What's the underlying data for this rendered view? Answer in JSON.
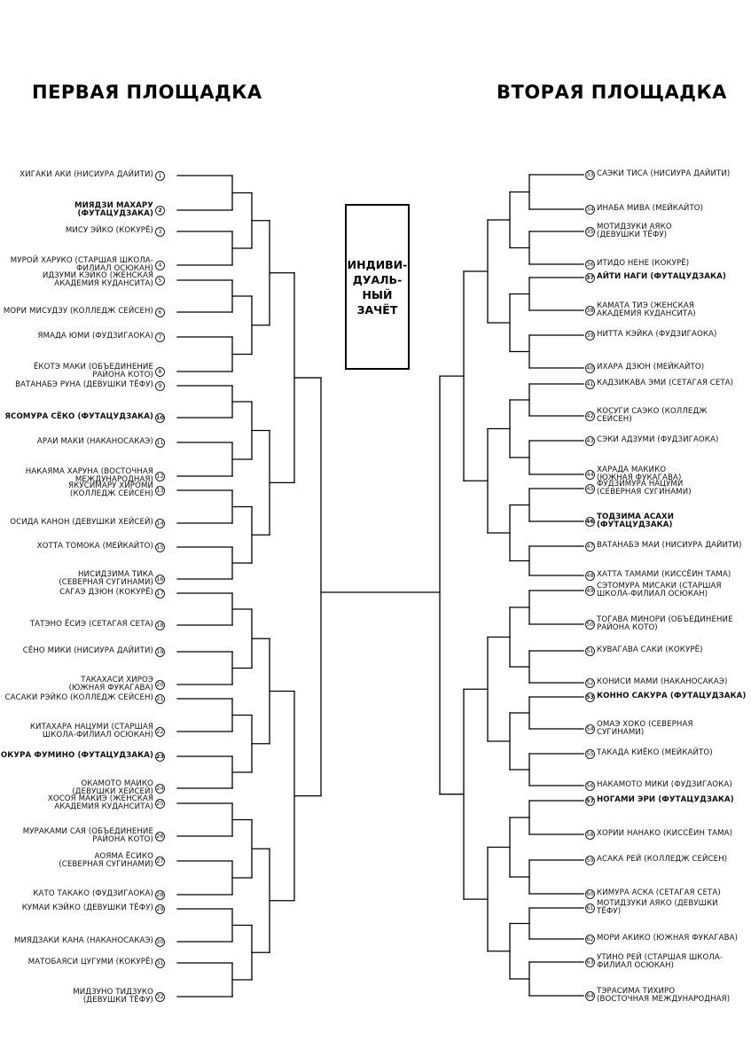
{
  "titles": {
    "left": "ПЕРВАЯ ПЛОЩАДКА",
    "right": "ВТОРАЯ ПЛОЩАДКА"
  },
  "center_label": "ИНДИВИ-\nДУАЛЬ-\nНЫЙ\nЗАЧЁТ",
  "left": [
    {
      "n": "1",
      "label": "ХИГАКИ АКИ (НИСИУРА ДАЙИТИ)",
      "bold": false
    },
    {
      "n": "2",
      "label": "МИЯДЗИ МАХАРУ (ФУТАЦУДЗАКА)",
      "bold": true
    },
    {
      "n": "3",
      "label": "МИСУ ЭЙКО (КОКУРЁ)",
      "bold": false
    },
    {
      "n": "4",
      "label": "МУРОЙ ХАРУКО (СТАРШАЯ ШКОЛА-\nФИЛИАЛ ОСЮКАН)",
      "bold": false
    },
    {
      "n": "5",
      "label": "ИДЗУМИ КЭЙКО (ЖЕНСКАЯ\nАКАДЕМИЯ КУДАНСИТА)",
      "bold": false
    },
    {
      "n": "6",
      "label": "МОРИ МИСУДЗУ (КОЛЛЕДЖ СЕЙСЕН)",
      "bold": false
    },
    {
      "n": "7",
      "label": "ЯМАДА ЮМИ (ФУДЗИГАОКА)",
      "bold": false
    },
    {
      "n": "8",
      "label": "ЁКОТЭ МАКИ (ОБЪЕДИНЕНИЕ\nРАЙОНА КОТО)",
      "bold": false
    },
    {
      "n": "9",
      "label": "ВАТАНАБЭ РУНА (ДЕВУШКИ ТЁФУ)",
      "bold": false
    },
    {
      "n": "10",
      "label": "ЯСОМУРА СЁКО (ФУТАЦУДЗАКА)",
      "bold": true
    },
    {
      "n": "11",
      "label": "АРАИ МАКИ (НАКАНОСАКАЭ)",
      "bold": false
    },
    {
      "n": "12",
      "label": "НАКАЯМА ХАРУНА (ВОСТОЧНАЯ\nМЕЖДУНАРОДНАЯ)",
      "bold": false
    },
    {
      "n": "13",
      "label": "ЯКУСИМАРУ ХИРОМИ\n(КОЛЛЕДЖ СЕЙСЕН)",
      "bold": false
    },
    {
      "n": "14",
      "label": "ОСИДА КАНОН (ДЕВУШКИ ХЕЙСЕЙ)",
      "bold": false
    },
    {
      "n": "15",
      "label": "ХОТТА ТОМОКА (МЕЙКАЙТО)",
      "bold": false
    },
    {
      "n": "16",
      "label": "НИСИДЗИМА ТИКА\n(СЕВЕРНАЯ СУГИНАМИ)",
      "bold": false
    },
    {
      "n": "17",
      "label": "САГАЭ ДЗЮН (КОКУРЁ)",
      "bold": false
    },
    {
      "n": "18",
      "label": "ТАТЭНО ЁСИЭ (СЕТАГАЯ СЕТА)",
      "bold": false
    },
    {
      "n": "19",
      "label": "СЁНО МИКИ (НИСИУРА ДАЙИТИ)",
      "bold": false
    },
    {
      "n": "20",
      "label": "ТАКАХАСИ ХИРОЭ\n(ЮЖНАЯ ФУКАГАВА)",
      "bold": false
    },
    {
      "n": "21",
      "label": "САСАКИ РЭЙКО (КОЛЛЕДЖ СЕЙСЕН)",
      "bold": false
    },
    {
      "n": "22",
      "label": "КИТАХАРА НАЦУМИ (СТАРШАЯ\nШКОЛА-ФИЛИАЛ ОСЮКАН)",
      "bold": false
    },
    {
      "n": "23",
      "label": "ОКУРА ФУМИНО (ФУТАЦУДЗАКА)",
      "bold": true
    },
    {
      "n": "24",
      "label": "ОКАМОТО МАИКО\n(ДЕВУШКИ ХЕЙСЕЙ)",
      "bold": false
    },
    {
      "n": "25",
      "label": "ХОСОЯ МАКИЭ (ЖЕНСКАЯ\nАКАДЕМИЯ КУДАНСИТА)",
      "bold": false
    },
    {
      "n": "26",
      "label": "МУРАКАМИ САЯ (ОБЪЕДИНЕНИЕ\nРАЙОНА КОТО)",
      "bold": false
    },
    {
      "n": "27",
      "label": "АОЯМА ЁСИКО\n(СЕВЕРНАЯ СУГИНАМИ)",
      "bold": false
    },
    {
      "n": "28",
      "label": "КАТО ТАКАКО (ФУДЗИГАОКА)",
      "bold": false
    },
    {
      "n": "29",
      "label": "КУМАИ КЭЙКО (ДЕВУШКИ ТЁФУ)",
      "bold": false
    },
    {
      "n": "30",
      "label": "МИЯДЗАКИ КАНА (НАКАНОСАКАЭ)",
      "bold": false
    },
    {
      "n": "31",
      "label": "МАТОБАЯСИ ЦУГУМИ (КОКУРЁ)",
      "bold": false
    },
    {
      "n": "32",
      "label": "МИДЗУНО ТИДЗУКО\n(ДЕВУШКИ ТЁФУ)",
      "bold": false
    }
  ],
  "right": [
    {
      "n": "33",
      "label": "САЭКИ ТИСА (НИСИУРА ДАЙИТИ)",
      "bold": false
    },
    {
      "n": "34",
      "label": "ИНАБА МИВА (МЕЙКАЙТО)",
      "bold": false
    },
    {
      "n": "35",
      "label": "МОТИДЗУКИ АЯКО\n(ДЕВУШКИ ТЁФУ)",
      "bold": false
    },
    {
      "n": "36",
      "label": "ИТИДО НЕНЕ (КОКУРЁ)",
      "bold": false
    },
    {
      "n": "37",
      "label": "АЙТИ НАГИ (ФУТАЦУДЗАКА)",
      "bold": true
    },
    {
      "n": "38",
      "label": "КАМАТА ТИЭ (ЖЕНСКАЯ\nАКАДЕМИЯ КУДАНСИТА)",
      "bold": false
    },
    {
      "n": "39",
      "label": "НИТТА КЭЙКА (ФУДЗИГАОКА)",
      "bold": false
    },
    {
      "n": "40",
      "label": "ИХАРА ДЗЮН (МЕЙКАЙТО)",
      "bold": false
    },
    {
      "n": "41",
      "label": "КАДЗИКАВА ЭМИ (СЕТАГАЯ СЕТА)",
      "bold": false
    },
    {
      "n": "42",
      "label": "КОСУГИ САЭКО (КОЛЛЕДЖ\nСЕЙСЕН)",
      "bold": false
    },
    {
      "n": "43",
      "label": "СЭКИ АДЗУМИ (ФУДЗИГАОКА)",
      "bold": false
    },
    {
      "n": "44",
      "label": "ХАРАДА МАКИКО\n(ЮЖНАЯ ФУКАГАВА)",
      "bold": false
    },
    {
      "n": "45",
      "label": "ФУДЗИМУРА НАЦУМИ\n(СЕВЕРНАЯ СУГИНАМИ)",
      "bold": false
    },
    {
      "n": "46",
      "label": "ТОДЗИМА АСАХИ\n(ФУТАЦУДЗАКА)",
      "bold": true
    },
    {
      "n": "47",
      "label": "ВАТАНАБЭ МАИ (НИСИУРА ДАЙИТИ)",
      "bold": false
    },
    {
      "n": "48",
      "label": "ХАТТА ТАМАМИ (КИССЁИН ТАМА)",
      "bold": false
    },
    {
      "n": "49",
      "label": "СЭТОМУРА МИСАКИ (СТАРШАЯ\nШКОЛА-ФИЛИАЛ ОСЮКАН)",
      "bold": false
    },
    {
      "n": "50",
      "label": "ТОГАВА МИНОРИ (ОБЪЕДИНЕНИЕ\nРАЙОНА КОТО)",
      "bold": false
    },
    {
      "n": "51",
      "label": "КУВАГАВА САКИ (КОКУРЁ)",
      "bold": false
    },
    {
      "n": "52",
      "label": "КОНИСИ МАМИ (НАКАНОСАКАЭ)",
      "bold": false
    },
    {
      "n": "53",
      "label": "КОННО САКУРА (ФУТАЦУДЗАКА)",
      "bold": true
    },
    {
      "n": "54",
      "label": "ОМАЭ ХОКО (СЕВЕРНАЯ\nСУГИНАМИ)",
      "bold": false
    },
    {
      "n": "55",
      "label": "ТАКАДА КИЁКО (МЕЙКАЙТО)",
      "bold": false
    },
    {
      "n": "56",
      "label": "НАКАМОТО МИКИ (ФУДЗИГАОКА)",
      "bold": false
    },
    {
      "n": "57",
      "label": "НОГАМИ ЭРИ (ФУТАЦУДЗАКА)",
      "bold": true
    },
    {
      "n": "58",
      "label": "ХОРИИ НАНАКО (КИССЁИН ТАМА)",
      "bold": false
    },
    {
      "n": "59",
      "label": "АСАКА РЕЙ (КОЛЛЕДЖ СЕЙСЕН)",
      "bold": false
    },
    {
      "n": "60",
      "label": "КИМУРА АСКА (СЕТАГАЯ СЕТА)",
      "bold": false
    },
    {
      "n": "61",
      "label": "МОТИДЗУКИ АЯКО (ДЕВУШКИ\nТЁФУ)",
      "bold": false
    },
    {
      "n": "62",
      "label": "МОРИ АКИКО (ЮЖНАЯ ФУКАГАВА)",
      "bold": false
    },
    {
      "n": "63",
      "label": "УТИНО РЕЙ (СТАРШАЯ ШКОЛА-\nФИЛИАЛ ОСЮКАН)",
      "bold": false
    },
    {
      "n": "64",
      "label": "ТЭРАСИМА ТИХИРО\n(ВОСТОЧНАЯ МЕЖДУНАРОДНАЯ)",
      "bold": false
    }
  ]
}
